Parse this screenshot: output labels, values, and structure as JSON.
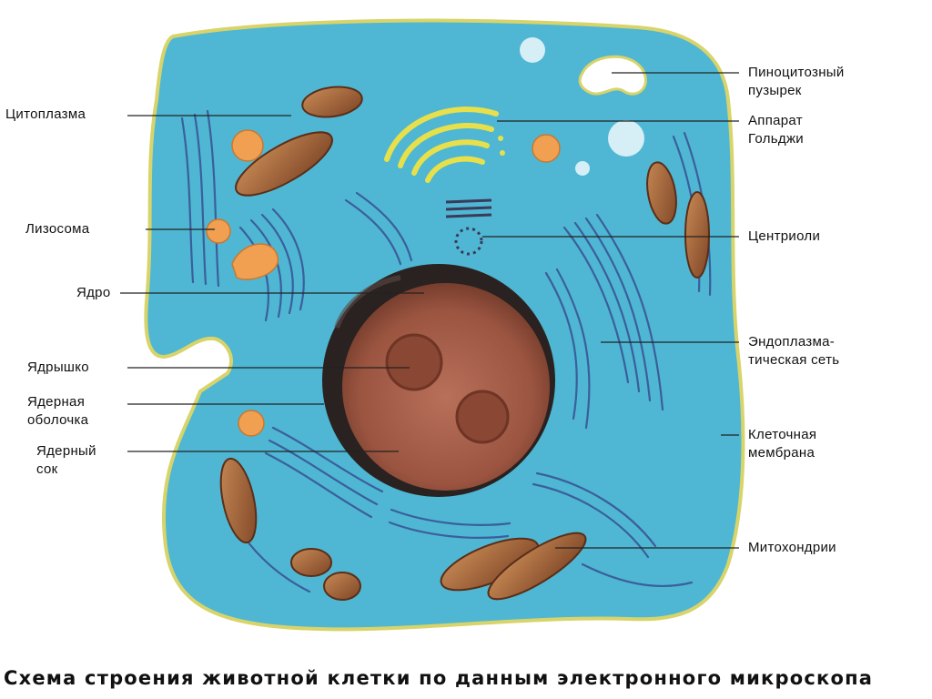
{
  "labels": {
    "cytoplasm": "Цитоплазма",
    "lysosome": "Лизосома",
    "nucleus": "Ядро",
    "nucleolus": "Ядрышко",
    "nuclear_envelope": "Ядерная\nоболочка",
    "nuclear_sap": "Ядерный\nсок",
    "pinocytic_vesicle": "Пиноцитозный\nпузырек",
    "golgi": "Аппарат\nГольджи",
    "centrioles": "Центриоли",
    "er": "Эндоплазма-\nтическая сеть",
    "cell_membrane": "Клеточная\nмембрана",
    "mitochondria": "Митохондрии"
  },
  "caption": "Схема строения животной клетки по данным электронного микроскопа",
  "colors": {
    "cytoplasm": "#4fb7d3",
    "membrane": "#d8d46a",
    "er": "#3a5f9c",
    "nucleus": "#a0553e",
    "nuclear_envelope": "#2a2220",
    "mitochondria": "#a8633a",
    "lysosome": "#f0a050",
    "golgi": "#e8e04a"
  }
}
